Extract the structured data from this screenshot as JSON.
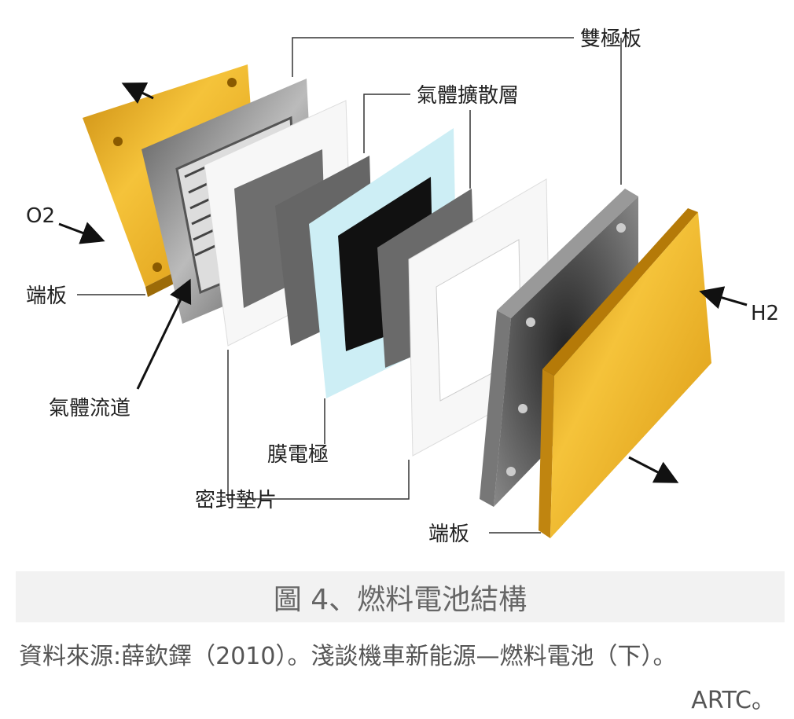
{
  "diagram": {
    "labels": {
      "bipolar_plate": "雙極板",
      "gas_diffusion_layer": "氣體擴散層",
      "o2": "O2",
      "end_plate_left": "端板",
      "h2": "H2",
      "gas_channel": "氣體流道",
      "mea": "膜電極",
      "gasket": "密封墊片",
      "end_plate_right": "端板"
    },
    "colors": {
      "gold": "#e8a61c",
      "gray": "#6e6e6e",
      "membrane": "#cdeef5",
      "black": "#111111"
    }
  },
  "caption": "圖 4、燃料電池結構",
  "source": {
    "line1": "資料來源:薛欽鐸（2010）。淺談機車新能源—燃料電池（下）。",
    "line2": "ARTC。"
  }
}
